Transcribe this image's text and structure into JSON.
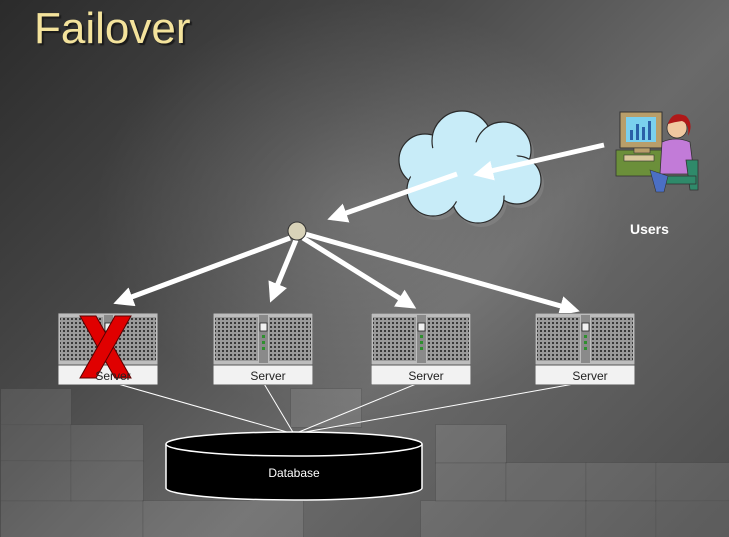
{
  "slide": {
    "title": "Failover"
  },
  "users": {
    "label": "Users"
  },
  "servers": [
    {
      "label": "Server",
      "failed": true
    },
    {
      "label": "Server",
      "failed": false
    },
    {
      "label": "Server",
      "failed": false
    },
    {
      "label": "Server",
      "failed": false
    }
  ],
  "database": {
    "label": "Database"
  },
  "icons": [
    "cloud-icon",
    "user-workstation-icon",
    "load-balancer-icon",
    "server-icon",
    "failed-x-icon",
    "database-icon"
  ],
  "colors": {
    "title": "#f4e39c",
    "failure_x": "#e00000",
    "cloud_fill": "#c8ecf8",
    "arrow": "#ffffff"
  }
}
